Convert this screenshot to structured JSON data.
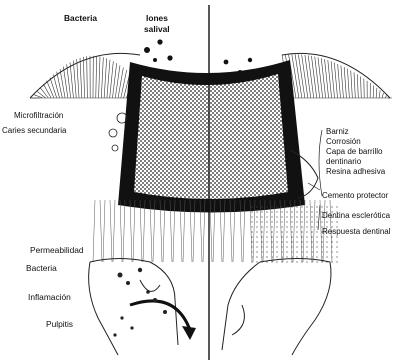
{
  "labels": {
    "bacteria_top": "Bacteria",
    "iones_line1": "Iones",
    "iones_line2": "salival",
    "microfiltracion": "Microfiltración",
    "caries_secundaria": "Caries secundaria",
    "barniz": "Barniz",
    "corrosion": "Corrosión",
    "capa_barrillo_line1": "Capa de barrillo",
    "capa_barrillo_line2": "dentinario",
    "resina_adhesiva": "Resina adhesiva",
    "cemento_protector": "Cemento protector",
    "dentina_esclerotica": "Dentina esclerótica",
    "respuesta_dentinal": "Respuesta dentinal",
    "permeabilidad": "Permeabilidad",
    "bacteria_bottom": "Bacteria",
    "inflamacion": "Inflamación",
    "pulpitis": "Pulpitis"
  }
}
